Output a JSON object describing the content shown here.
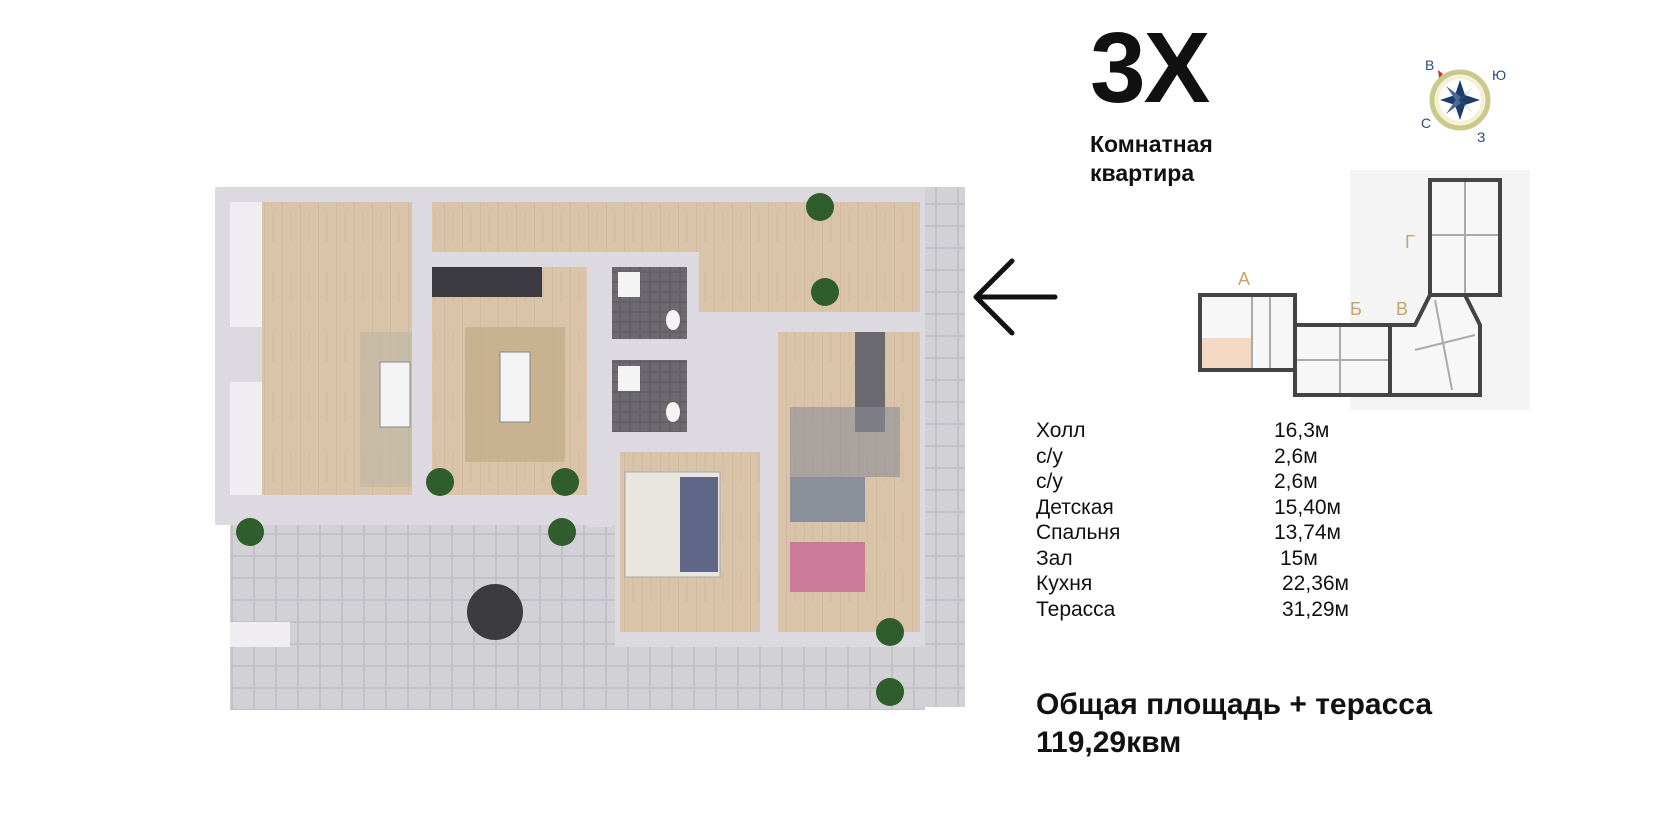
{
  "apartment": {
    "type_label": "3Х",
    "type_subtitle_line1": "Комнатная",
    "type_subtitle_line2": "квартира"
  },
  "compass": {
    "north": "В",
    "east": "Ю",
    "west": "С",
    "south": "З"
  },
  "building_sections": [
    "А",
    "Б",
    "В",
    "Г"
  ],
  "rooms": [
    {
      "name": "Холл",
      "area": "16,3м"
    },
    {
      "name": "с/у",
      "area": "2,6м"
    },
    {
      "name": "с/у",
      "area": "2,6м"
    },
    {
      "name": "Детская",
      "area": "15,40м"
    },
    {
      "name": "Спальня",
      "area": "13,74м"
    },
    {
      "name": "Зал",
      "area": "15м"
    },
    {
      "name": "Кухня",
      "area": "22,36м"
    },
    {
      "name": "Терасса",
      "area": "31,29м"
    }
  ],
  "total": {
    "label": "Общая площадь + терасса",
    "value": "119,29квм"
  },
  "colors": {
    "floor_wood": "#d8c1a8",
    "walls": "#d9d6de",
    "terrace_tile": "#cfcfd3",
    "highlight_unit": "#f3d8c4",
    "compass_accent": "#c9c98a"
  }
}
